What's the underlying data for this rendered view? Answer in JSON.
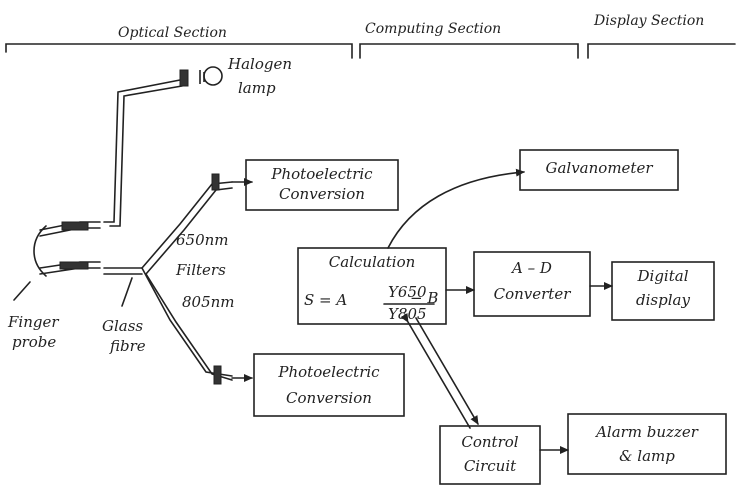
{
  "sections": {
    "optical": "Optical Section",
    "computing": "Computing Section",
    "display": "Display Section"
  },
  "source": {
    "label_line1": "Halogen",
    "label_line2": "lamp"
  },
  "probe": {
    "finger_line1": "Finger",
    "finger_line2": "probe",
    "glass_line1": "Glass",
    "glass_line2": "fibre"
  },
  "filters": {
    "label": "Filters",
    "wl_650": "650nm",
    "wl_805": "805nm"
  },
  "blocks": {
    "photo_top_line1": "Photoelectric",
    "photo_top_line2": "Conversion",
    "photo_bottom_line1": "Photoelectric",
    "photo_bottom_line2": "Conversion",
    "galvanometer": "Galvanometer",
    "calc_title": "Calculation",
    "calc_prefix": "S = A",
    "calc_num": "Y650",
    "calc_den": "Y805",
    "calc_suffix": "− B",
    "adc_line1": "A – D",
    "adc_line2": "Converter",
    "digital_line1": "Digital",
    "digital_line2": "display",
    "control_line1": "Control",
    "control_line2": "Circuit",
    "alarm_line1": "Alarm buzzer",
    "alarm_line2": "& lamp"
  }
}
